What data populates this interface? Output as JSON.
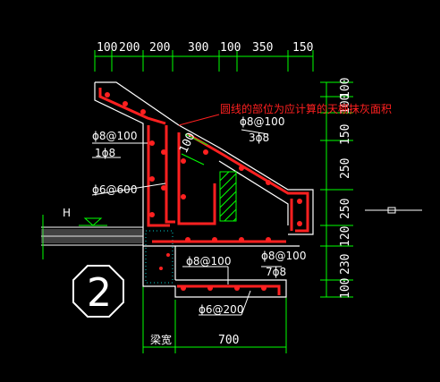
{
  "colors": {
    "background": "#000000",
    "dim_line": "#00ff00",
    "rebar": "#ff2020",
    "outline": "#ffffff",
    "concrete": "#e8e8e8"
  },
  "dimensions": {
    "top": [
      "100",
      "200",
      "200",
      "300",
      "100",
      "350",
      "150"
    ],
    "right": [
      "100",
      "100",
      "150",
      "250",
      "250",
      "120",
      "230",
      "100"
    ],
    "bottom": "700"
  },
  "annotation": {
    "note": "圆线的部位为应计算的天棚抹灰面积",
    "slope_dim": "100"
  },
  "rebar_labels": {
    "a": "ϕ8@100",
    "b": "3ϕ8",
    "c": "ϕ8@100",
    "d": "1ϕ8",
    "e": "ϕ6@600",
    "f": "ϕ8@100",
    "g": "ϕ8@100",
    "h": "7ϕ8",
    "i": "ϕ6@200"
  },
  "labels": {
    "water_level": "H",
    "beam_width": "梁宽",
    "detail_no": "2"
  }
}
